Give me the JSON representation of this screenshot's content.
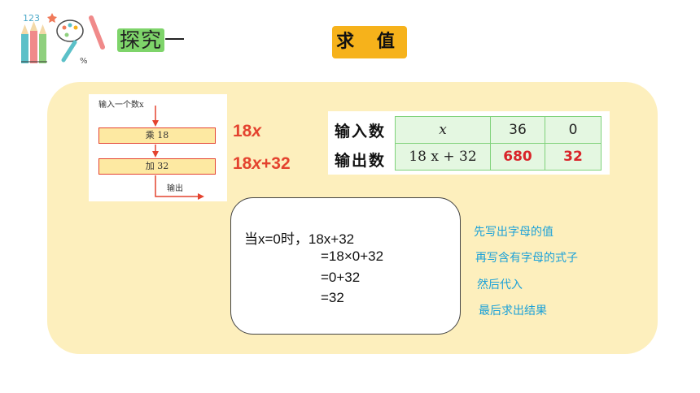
{
  "header": {
    "section_title_a": "探究",
    "section_title_b": "一",
    "badge": "求 值",
    "logo_number": "123",
    "logo_percent": "%"
  },
  "flowchart": {
    "input": "输入一个数x",
    "step1": "乘 18",
    "step2": "加 32",
    "output": "输出"
  },
  "expressions": {
    "expr1_num": "18",
    "expr1_var": "x",
    "expr2_num": "18",
    "expr2_var": "x",
    "expr2_rest": "+32"
  },
  "table": {
    "row_input_label": "输入数",
    "row_output_label": "输出数",
    "input_cells": [
      "x",
      "36",
      "0"
    ],
    "output_cells": [
      "18 x + 32",
      "680",
      "32"
    ]
  },
  "calculation": {
    "line1": "当x=0时，18x+32",
    "line2": "=18×0+32",
    "line3": "=0+32",
    "line4": "=32"
  },
  "notes": [
    "先写出字母的值",
    "再写含有字母的式子",
    "然后代入",
    "最后求出结果"
  ],
  "colors": {
    "panel": "#fdefbd",
    "badge": "#f6b21b",
    "accent_red": "#d9252a",
    "note_blue": "#1ba1d8",
    "highlight_green": "#7ed46a"
  }
}
